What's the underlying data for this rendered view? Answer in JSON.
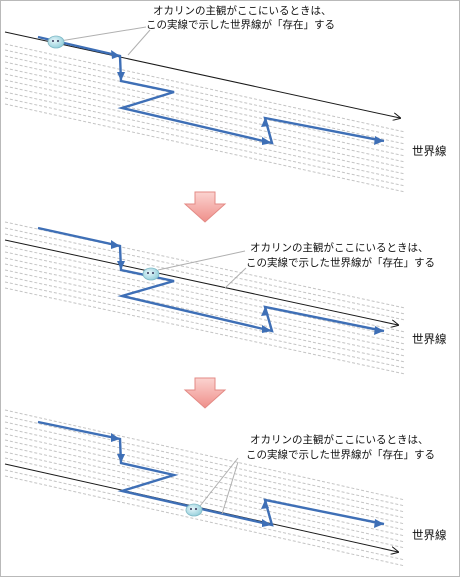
{
  "panels": [
    {
      "caption_line1": "オカリンの主観がここにいるときは、",
      "caption_line2": "この実線で示した世界線が「存在」する",
      "world_line_label": "世界線"
    },
    {
      "caption_line1": "オカリンの主観がここにいるときは、",
      "caption_line2": "この実線で示した世界線が「存在」する",
      "world_line_label": "世界線"
    },
    {
      "caption_line1": "オカリンの主観がここにいるときは、",
      "caption_line2": "この実線で示した世界線が「存在」する",
      "world_line_label": "世界線"
    }
  ],
  "colors": {
    "path": "#3e6fb6",
    "world_line": "#1a1a1a",
    "dashed_lines": "#c4c4c4",
    "observer": "#bfe3ea",
    "arrow_down": "#f4a8a4"
  },
  "icons": {
    "observer": "observer-blob-icon",
    "transition": "down-arrow-icon"
  }
}
